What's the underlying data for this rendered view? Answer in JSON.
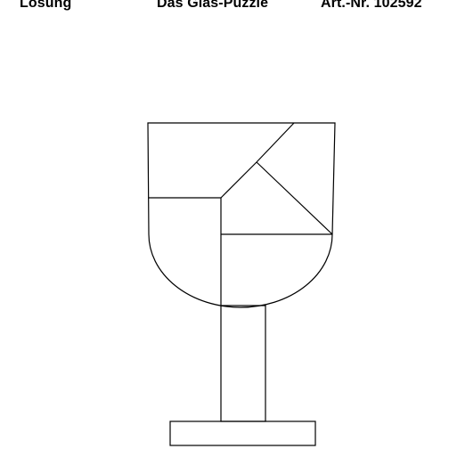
{
  "header": {
    "solution_label": "Lösung",
    "title": "Das Glas-Puzzle",
    "article_number": "Art.-Nr. 102592"
  },
  "colors": {
    "background": "#ffffff",
    "ink": "#000000"
  }
}
